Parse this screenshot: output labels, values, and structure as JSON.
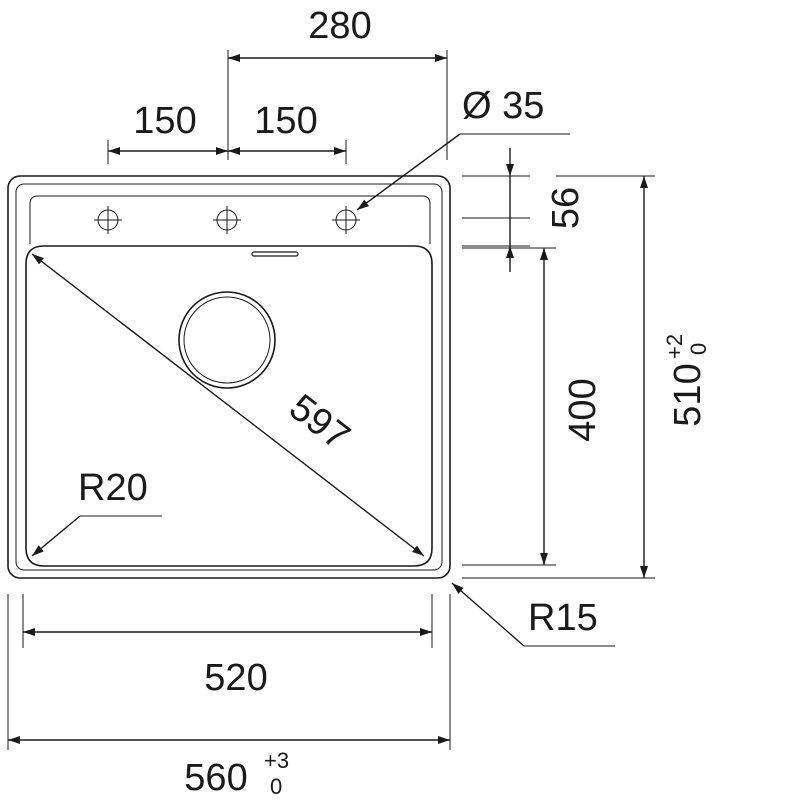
{
  "dimensions": {
    "top_spacing": "280",
    "left_spacing": "150",
    "right_spacing": "150",
    "hole_diameter": "Ø 35",
    "ledge_depth": "56",
    "bowl_depth": "400",
    "total_height_value": "510",
    "total_height_tol_upper": "+2",
    "total_height_tol_lower": "0",
    "diagonal": "597",
    "inner_radius": "R20",
    "outer_radius": "R15",
    "bowl_width": "520",
    "total_width_value": "560",
    "total_width_tol_upper": "+3",
    "total_width_tol_lower": "0"
  }
}
